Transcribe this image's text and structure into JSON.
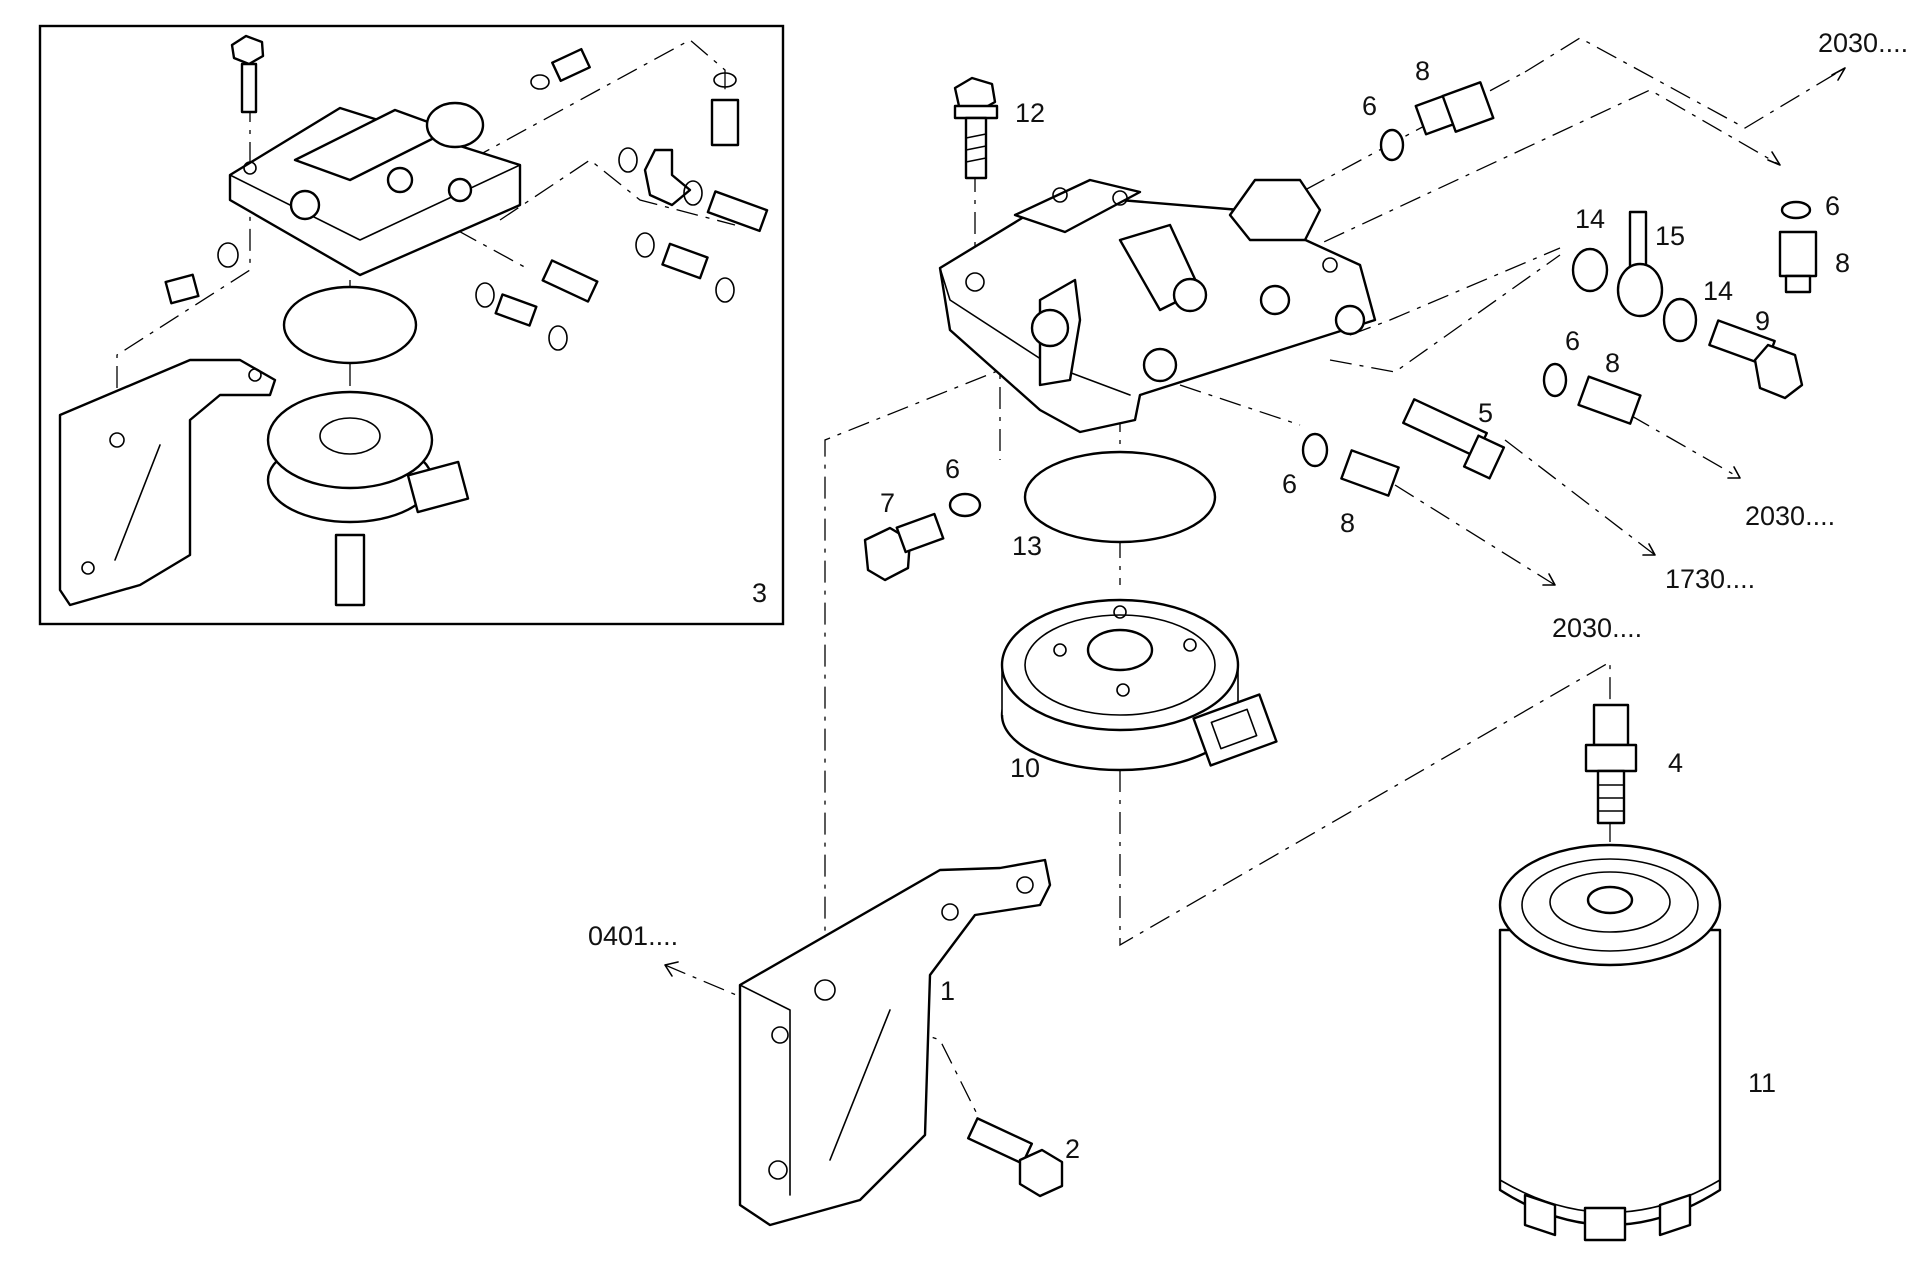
{
  "inset": {
    "label": "3"
  },
  "callouts": {
    "p1": "1",
    "p2": "2",
    "p4": "4",
    "p5": "5",
    "p6a": "6",
    "p6b": "6",
    "p6c": "6",
    "p6d": "6",
    "p6e": "6",
    "p7": "7",
    "p8a": "8",
    "p8b": "8",
    "p8c": "8",
    "p8d": "8",
    "p9": "9",
    "p10": "10",
    "p11": "11",
    "p12": "12",
    "p13": "13",
    "p14a": "14",
    "p14b": "14",
    "p15": "15"
  },
  "references": {
    "r2030_top": "2030....",
    "r2030_mid": "2030....",
    "r2030_low": "2030....",
    "r1730": "1730....",
    "r0401": "0401...."
  }
}
